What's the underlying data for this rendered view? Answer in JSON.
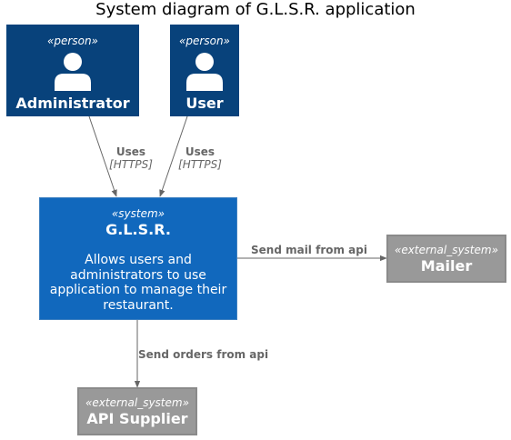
{
  "title": "System diagram of G.L.S.R. application",
  "colors": {
    "person": "#08427B",
    "system": "#1168BD",
    "external_system": "#999999",
    "connector": "#666666"
  },
  "nodes": {
    "administrator": {
      "stereotype": "«person»",
      "name": "Administrator",
      "icon": "person-icon"
    },
    "user": {
      "stereotype": "«person»",
      "name": "User",
      "icon": "person-icon"
    },
    "glsr": {
      "stereotype": "«system»",
      "name": "G.L.S.R.",
      "description": "Allows users and administrators to use application to manage their restaurant."
    },
    "mailer": {
      "stereotype": "«external_system»",
      "name": "Mailer"
    },
    "api_supplier": {
      "stereotype": "«external_system»",
      "name": "API Supplier"
    }
  },
  "edges": {
    "admin_to_glsr": {
      "label": "Uses",
      "technology": "[HTTPS]"
    },
    "user_to_glsr": {
      "label": "Uses",
      "technology": "[HTTPS]"
    },
    "glsr_to_mailer": {
      "label": "Send mail from api"
    },
    "glsr_to_supplier": {
      "label": "Send orders from api"
    }
  }
}
